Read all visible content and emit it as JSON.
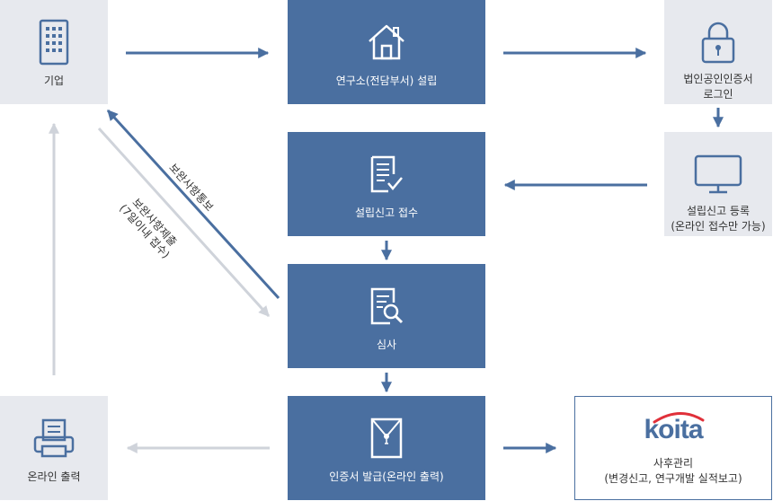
{
  "nodes": {
    "company": "기업",
    "establish": "연구소(전담부서) 설립",
    "cert_login": "법인공인인증서\n로그인",
    "report_receipt": "설립신고 접수",
    "report_register": "설립신고 등록\n(온라인 접수만 가능)",
    "review": "심사",
    "online_print": "온라인 출력",
    "issue": "인증서 발급(온라인 출력)",
    "aftercare": "사후관리\n(변경신고, 연구개발 실적보고)"
  },
  "edges": {
    "supplement_notice": "보완사항통보",
    "supplement_submit": "보완사항제출",
    "supplement_submit_note": "(7일이내 접수)"
  },
  "logo": {
    "text": "koita",
    "accent": "#e0303a"
  },
  "colors": {
    "blue": "#4a6fa0",
    "gray_box": "#e7e9ee",
    "light_arrow": "#cfd3da"
  }
}
